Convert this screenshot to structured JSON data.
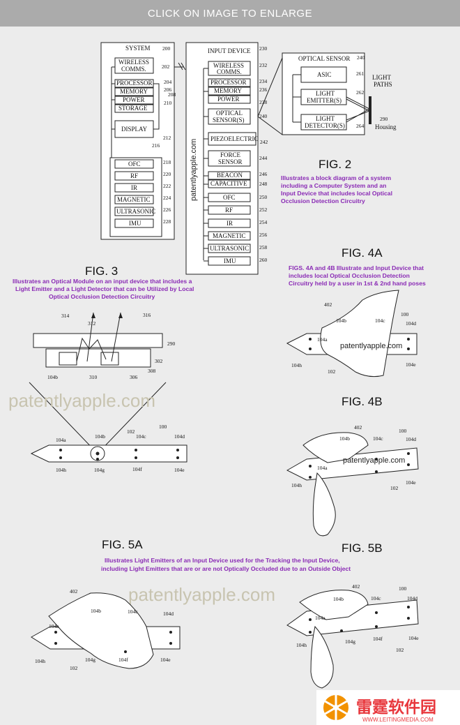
{
  "banner": {
    "text": "CLICK ON IMAGE TO ENLARGE"
  },
  "fig2": {
    "title": "FIG. 2",
    "caption": [
      "Illustrates a block diagram of a system",
      "including a Computer System and an",
      "Input Device that includes local Optical",
      "Occlusion Detection Circuitry"
    ],
    "system": {
      "title": "SYSTEM",
      "ref": "200",
      "blocks": [
        {
          "label": "WIRELESS",
          "label2": "COMMS.",
          "ref": "202"
        },
        {
          "label": "PROCESSOR",
          "ref": "204"
        },
        {
          "label": "MEMORY",
          "ref": "206"
        },
        {
          "label": "POWER",
          "ref": "208"
        },
        {
          "label": "STORAGE",
          "ref": "210"
        },
        {
          "label": "DISPLAY",
          "ref": "212"
        }
      ],
      "sensor_group_ref": "216",
      "sensors": [
        {
          "label": "OFC",
          "ref": "218"
        },
        {
          "label": "RF",
          "ref": "220"
        },
        {
          "label": "IR",
          "ref": "222"
        },
        {
          "label": "MAGNETIC",
          "ref": "224"
        },
        {
          "label": "ULTRASONIC",
          "ref": "226"
        },
        {
          "label": "IMU",
          "ref": "228"
        }
      ]
    },
    "input_device": {
      "title": "INPUT DEVICE",
      "ref": "230",
      "blocks": [
        {
          "label": "WIRELESS",
          "label2": "COMMS.",
          "ref": "232"
        },
        {
          "label": "PROCESSOR",
          "ref": "234"
        },
        {
          "label": "MEMORY",
          "ref": "236"
        },
        {
          "label": "POWER",
          "ref": "238"
        },
        {
          "label": "OPTICAL",
          "label2": "SENSOR(S)",
          "ref": "240"
        },
        {
          "label": "PIEZOELECTRIC",
          "ref": "242"
        },
        {
          "label": "FORCE",
          "label2": "SENSOR",
          "ref": "244"
        },
        {
          "label": "BEACON",
          "ref": "246"
        },
        {
          "label": "CAPACITIVE",
          "ref": "248"
        },
        {
          "label": "OFC",
          "ref": "250"
        },
        {
          "label": "RF",
          "ref": "252"
        },
        {
          "label": "IR",
          "ref": "254"
        },
        {
          "label": "MAGNETIC",
          "ref": "256"
        },
        {
          "label": "ULTRASONIC",
          "ref": "258"
        },
        {
          "label": "IMU",
          "ref": "260"
        }
      ]
    },
    "optical_sensor": {
      "title": "OPTICAL SENSOR",
      "ref": "240",
      "blocks": [
        {
          "label": "ASIC",
          "ref": "261"
        },
        {
          "label": "LIGHT",
          "label2": "EMITTER(S)",
          "ref": "262"
        },
        {
          "label": "LIGHT",
          "label2": "DETECTOR(S)",
          "ref": "264"
        }
      ],
      "light_paths": [
        "LIGHT",
        "PATHS"
      ],
      "housing_ref": "290",
      "housing": "Housing"
    },
    "watermark": "patentlyapple.com"
  },
  "fig3": {
    "title": "FIG. 3",
    "caption": [
      "Illustrates an Optical Module on an input device that includes a",
      "Light Emitter and a Light Detector that can be Utilized by Local",
      "Optical Occlusion Detection Circuitry"
    ],
    "refs": {
      "r314": "314",
      "r312": "312",
      "r316": "316",
      "r290": "290",
      "r302": "302",
      "r308": "308",
      "r104b": "104b",
      "r310": "310",
      "r306": "306"
    },
    "watermark": "patentlyapple.com",
    "device_refs": {
      "r100": "100",
      "r102": "102",
      "r104a": "104a",
      "r104b": "104b",
      "r104c": "104c",
      "r104d": "104d",
      "r104e": "104e",
      "r104f": "104f",
      "r104g": "104g",
      "r104h": "104h"
    }
  },
  "fig4a": {
    "title": "FIG. 4A",
    "caption": [
      "FIGS. 4A and 4B Illustrate and Input Device that",
      "includes local Optical Occlusion Detection",
      "Circuitry held by a user in 1st & 2nd hand poses"
    ],
    "watermark": "patentlyapple.com",
    "refs": {
      "r402": "402",
      "r100": "100",
      "r104b": "104b",
      "r104c": "104c",
      "r104d": "104d",
      "r104a": "104a",
      "r104h": "104h",
      "r104e": "104e",
      "r102": "102"
    }
  },
  "fig4b": {
    "title": "FIG. 4B",
    "watermark": "patentlyapple.com",
    "refs": {
      "r402": "402",
      "r100": "100",
      "r104b": "104b",
      "r104c": "104c",
      "r104d": "104d",
      "r104a": "104a",
      "r104h": "104h",
      "r104e": "104e",
      "r102": "102"
    }
  },
  "fig5": {
    "title_a": "FIG. 5A",
    "title_b": "FIG. 5B",
    "caption": [
      "Illustrates Light Emitters of an Input Device used for the Tracking the Input Device,",
      "including Light Emitters that are or are not Optically Occluded due to an Outside Object"
    ],
    "watermark": "patentlyapple.com",
    "refs_a": {
      "r402": "402",
      "r104b": "104b",
      "r104c": "104c",
      "r104d": "104d",
      "r104a": "104a",
      "r104h": "104h",
      "r104g": "104g",
      "r104f": "104f",
      "r104e": "104e",
      "r102": "102"
    },
    "refs_b": {
      "r402": "402",
      "r100": "100",
      "r104b": "104b",
      "r104c": "104c",
      "r104d": "104d",
      "r104a": "104a",
      "r104h": "104h",
      "r104g": "104g",
      "r104f": "104f",
      "r104e": "104e",
      "r102": "102"
    }
  },
  "logo": {
    "name": "雷霆软件园",
    "url": "WWW.LEITINGMEDIA.COM",
    "colors": {
      "orange": "#f29200",
      "red": "#e8383d"
    }
  }
}
